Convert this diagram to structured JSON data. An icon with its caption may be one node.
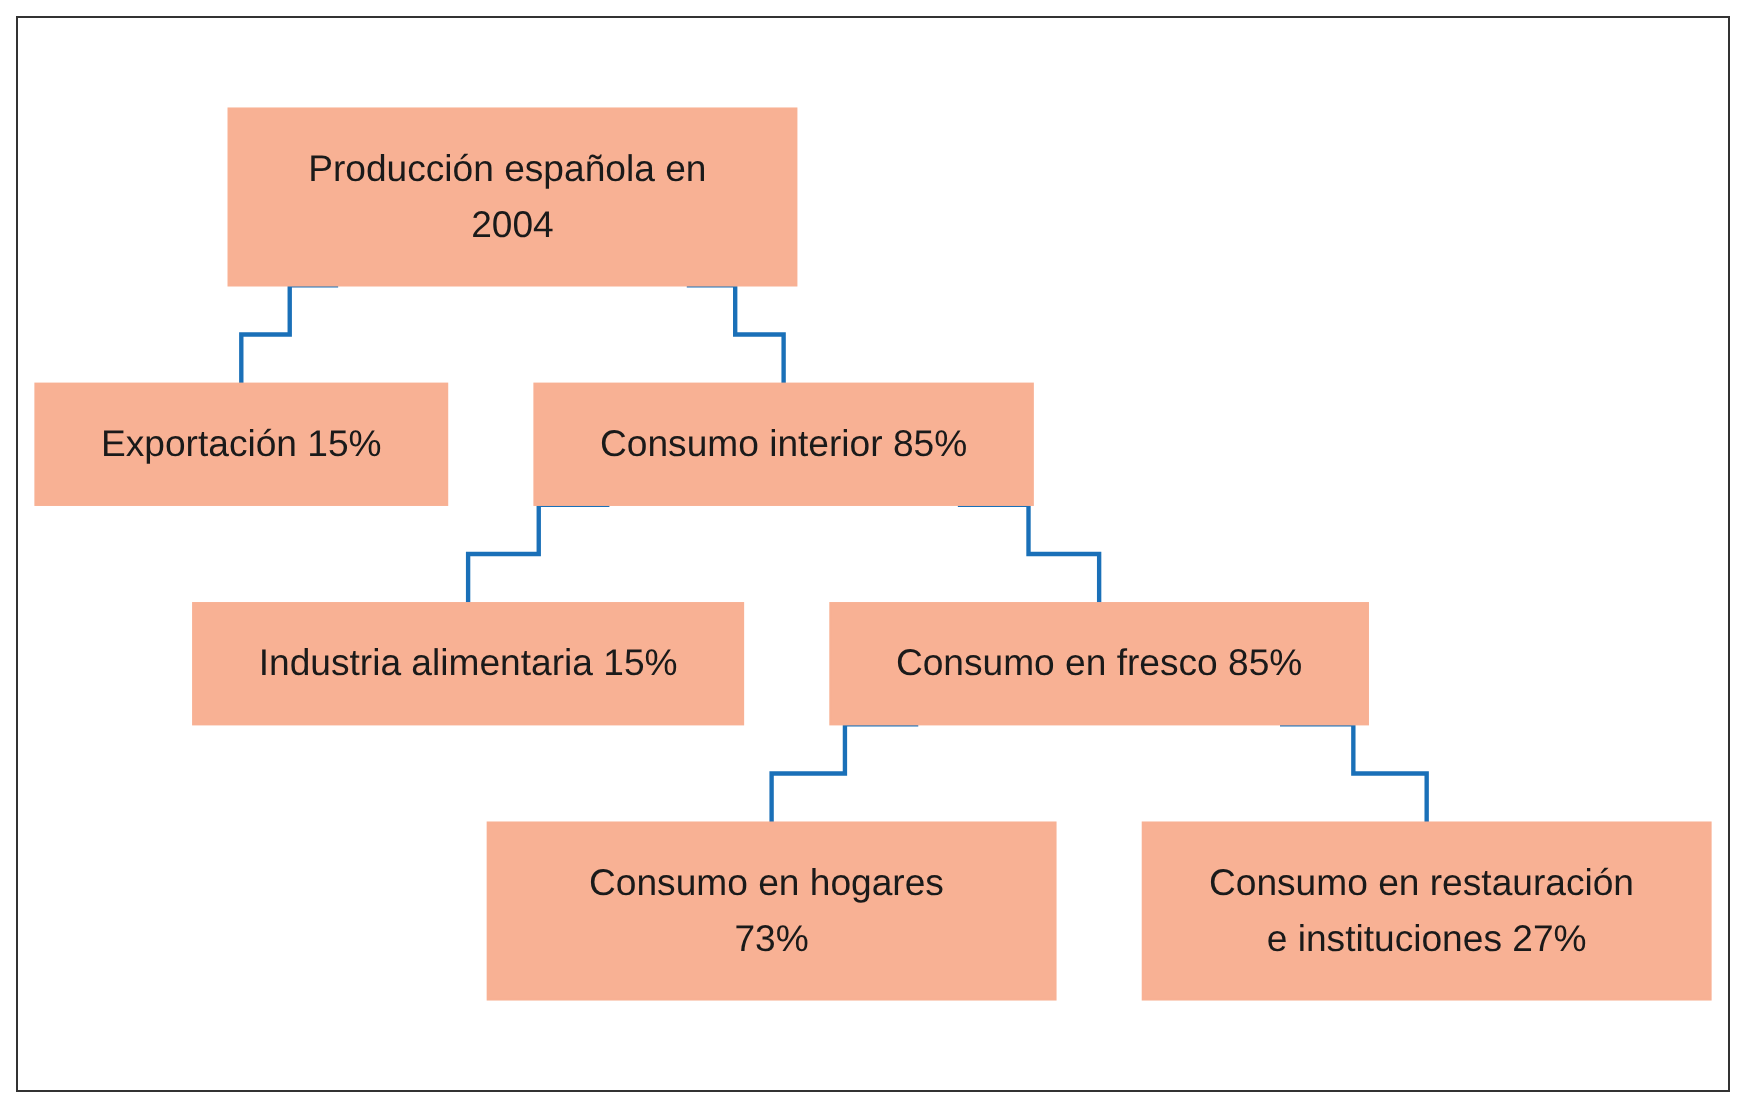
{
  "diagram": {
    "nodes": [
      {
        "text": [
          "Producción española en 2004"
        ]
      },
      {
        "text": [
          "Exportación 15%"
        ]
      },
      {
        "text": [
          "Consumo interior 85%"
        ]
      },
      {
        "text": [
          "Industria alimentaria 15%"
        ]
      },
      {
        "text": [
          "Consumo en fresco 85%"
        ]
      },
      {
        "text": [
          "Consumo en hogares 73%"
        ]
      },
      {
        "text": [
          "Consumo en restauración e instituciones 27%"
        ]
      }
    ],
    "edges": [
      {
        "from": 0,
        "to": 1,
        "arrow": "none"
      },
      {
        "from": 0,
        "to": 2,
        "arrow": "none"
      },
      {
        "from": 2,
        "to": 3,
        "arrow": "none"
      },
      {
        "from": 2,
        "to": 4,
        "arrow": "none"
      },
      {
        "from": 4,
        "to": 5,
        "arrow": "none"
      },
      {
        "from": 4,
        "to": 6,
        "arrow": "none"
      }
    ]
  }
}
